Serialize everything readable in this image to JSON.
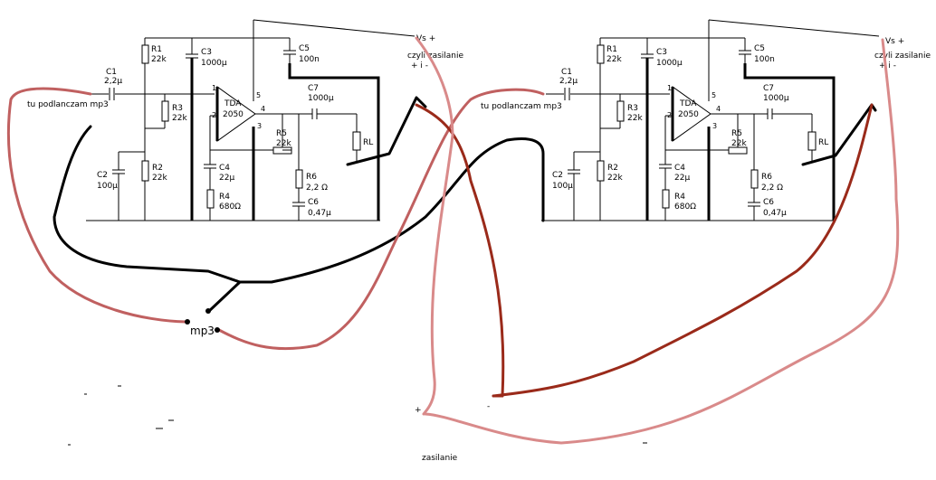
{
  "labels": {
    "vs": "Vs +",
    "czyli": "czyli zasilanie",
    "plus_minus": "+ i -",
    "tu": "tu podlanczam mp3",
    "mp3": "mp3",
    "zasilanie": "zasilanie",
    "plus": "+",
    "minus": "-"
  },
  "components": {
    "c1": "C1",
    "c1v": "2,2µ",
    "r1": "R1",
    "r1v": "22k",
    "c3": "C3",
    "c3v": "1000µ",
    "c5": "C5",
    "c5v": "100n",
    "r3": "R3",
    "r3v": "22k",
    "r2": "R2",
    "r2v": "22k",
    "c2": "C2",
    "c2v": "100µ",
    "tda": "TDA",
    "tdav": "2050",
    "p1": "1",
    "p2": "2",
    "p3": "3",
    "p4": "4",
    "p5": "5",
    "r5": "R5",
    "r5v": "22k",
    "c7": "C7",
    "c7v": "1000µ",
    "rl": "RL",
    "c4": "C4",
    "c4v": "22µ",
    "r4": "R4",
    "r4v": "680Ω",
    "r6": "R6",
    "r6v": "2,2 Ω",
    "c6": "C6",
    "c6v": "0,47µ"
  },
  "colors": {
    "wire": "#000000",
    "red_light": "#d98a8a",
    "red_mid": "#c06060",
    "red_dark": "#9a2a1a"
  }
}
